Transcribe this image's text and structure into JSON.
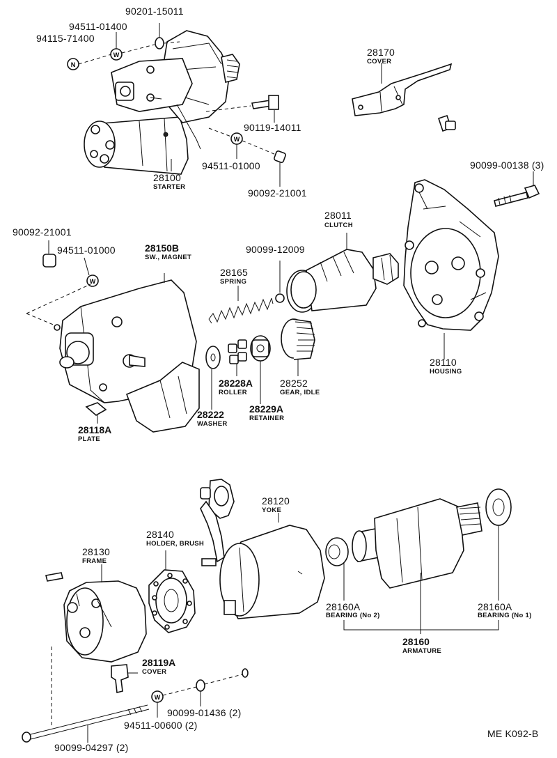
{
  "diagram_code": "ME K092-B",
  "callouts": {
    "c90201_15011": {
      "pn": "90201-15011"
    },
    "c94511_01400": {
      "pn": "94511-01400"
    },
    "c94115_71400": {
      "pn": "94115-71400"
    },
    "c28170": {
      "pn": "28170",
      "name": "COVER"
    },
    "c90119_14011": {
      "pn": "90119-14011"
    },
    "c28100": {
      "pn": "28100",
      "name": "STARTER"
    },
    "c94511_01000a": {
      "pn": "94511-01000"
    },
    "c90092_21001a": {
      "pn": "90092-21001"
    },
    "c90099_00138": {
      "pn": "90099-00138 (3)"
    },
    "c90092_21001b": {
      "pn": "90092-21001"
    },
    "c94511_01000b": {
      "pn": "94511-01000"
    },
    "c28150b": {
      "pn": "28150B",
      "name": "SW., MAGNET"
    },
    "c28165": {
      "pn": "28165",
      "name": "SPRING"
    },
    "c90099_12009": {
      "pn": "90099-12009"
    },
    "c28011": {
      "pn": "28011",
      "name": "CLUTCH"
    },
    "c28110": {
      "pn": "28110",
      "name": "HOUSING"
    },
    "c28228a": {
      "pn": "28228A",
      "name": "ROLLER"
    },
    "c28252": {
      "pn": "28252",
      "name": "GEAR, IDLE"
    },
    "c28222": {
      "pn": "28222",
      "name": "WASHER"
    },
    "c28229a": {
      "pn": "28229A",
      "name": "RETAINER"
    },
    "c28118a": {
      "pn": "28118A",
      "name": "PLATE"
    },
    "c28120": {
      "pn": "28120",
      "name": "YOKE"
    },
    "c28140": {
      "pn": "28140",
      "name": "HOLDER, BRUSH"
    },
    "c28130": {
      "pn": "28130",
      "name": "FRAME"
    },
    "c28160a_2": {
      "pn": "28160A",
      "name": "BEARING (No 2)"
    },
    "c28160a_1": {
      "pn": "28160A",
      "name": "BEARING (No 1)"
    },
    "c28160": {
      "pn": "28160",
      "name": "ARMATURE"
    },
    "c28119a": {
      "pn": "28119A",
      "name": "COVER"
    },
    "c90099_01436": {
      "pn": "90099-01436 (2)"
    },
    "c94511_00600": {
      "pn": "94511-00600 (2)"
    },
    "c90099_04297": {
      "pn": "90099-04297 (2)"
    }
  },
  "markers": {
    "washer_symbol": "W",
    "nut_symbol": "N"
  }
}
